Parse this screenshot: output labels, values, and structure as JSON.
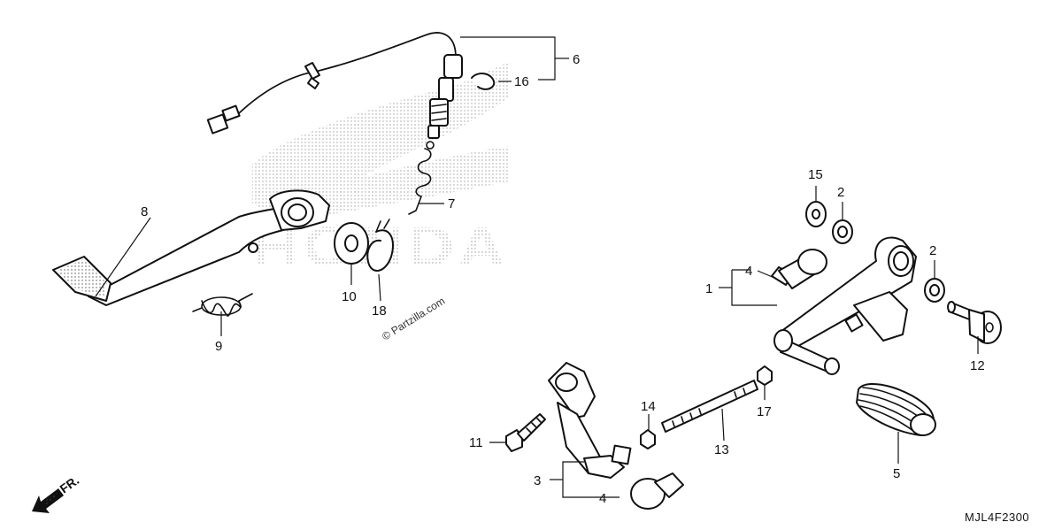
{
  "watermark": {
    "logo_text": "HONDA",
    "copyright": "© Partzilla.com"
  },
  "direction_indicator": {
    "label": "FR."
  },
  "diagram_code": "MJL4F2300",
  "callouts": [
    {
      "id": "c1",
      "label": "1"
    },
    {
      "id": "c2a",
      "label": "2"
    },
    {
      "id": "c2b",
      "label": "2"
    },
    {
      "id": "c3",
      "label": "3"
    },
    {
      "id": "c4a",
      "label": "4"
    },
    {
      "id": "c4b",
      "label": "4"
    },
    {
      "id": "c5",
      "label": "5"
    },
    {
      "id": "c6",
      "label": "6"
    },
    {
      "id": "c7",
      "label": "7"
    },
    {
      "id": "c8",
      "label": "8"
    },
    {
      "id": "c9",
      "label": "9"
    },
    {
      "id": "c10",
      "label": "10"
    },
    {
      "id": "c11",
      "label": "11"
    },
    {
      "id": "c12",
      "label": "12"
    },
    {
      "id": "c13",
      "label": "13"
    },
    {
      "id": "c14",
      "label": "14"
    },
    {
      "id": "c15",
      "label": "15"
    },
    {
      "id": "c16",
      "label": "16"
    },
    {
      "id": "c17",
      "label": "17"
    },
    {
      "id": "c18",
      "label": "18"
    }
  ]
}
